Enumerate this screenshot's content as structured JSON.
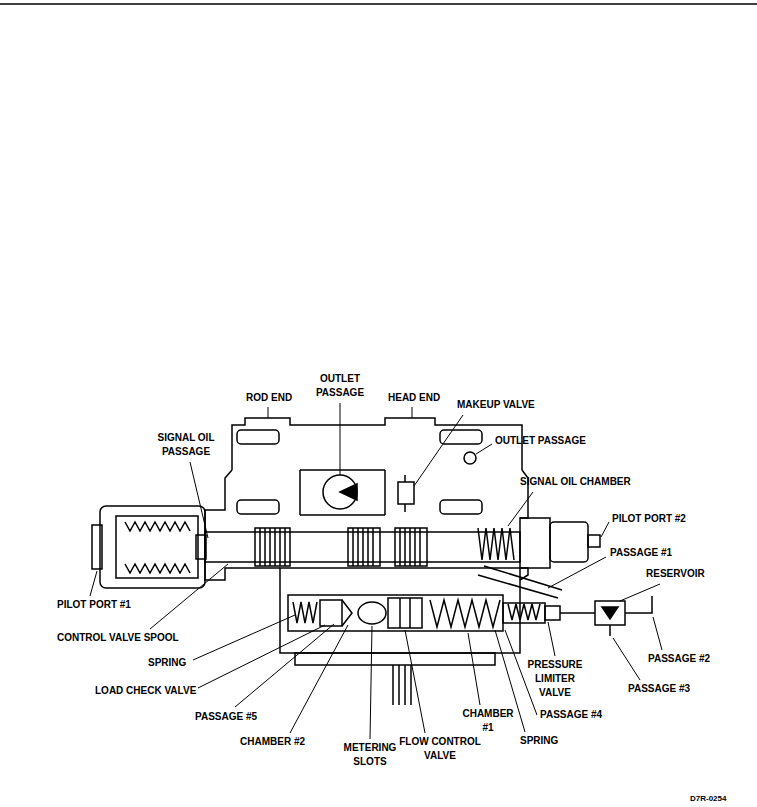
{
  "diagram": {
    "labels": [
      "ROD END",
      "OUTLET PASSAGE",
      "HEAD END",
      "MAKEUP VALVE",
      "SIGNAL OIL PASSAGE",
      "OUTLET PASSAGE",
      "SIGNAL OIL CHAMBER",
      "PILOT PORT #2",
      "PASSAGE #1",
      "RESERVOIR",
      "PILOT PORT #1",
      "CONTROL VALVE SPOOL",
      "PASSAGE #2",
      "SPRING",
      "PRESSURE LIMITER VALVE",
      "PASSAGE #3",
      "LOAD CHECK VALVE",
      "CHAMBER #1",
      "PASSAGE #4",
      "PASSAGE #5",
      "SPRING",
      "CHAMBER #2",
      "METERING SLOTS",
      "FLOW CONTROL VALVE",
      "D7R-0254"
    ]
  }
}
